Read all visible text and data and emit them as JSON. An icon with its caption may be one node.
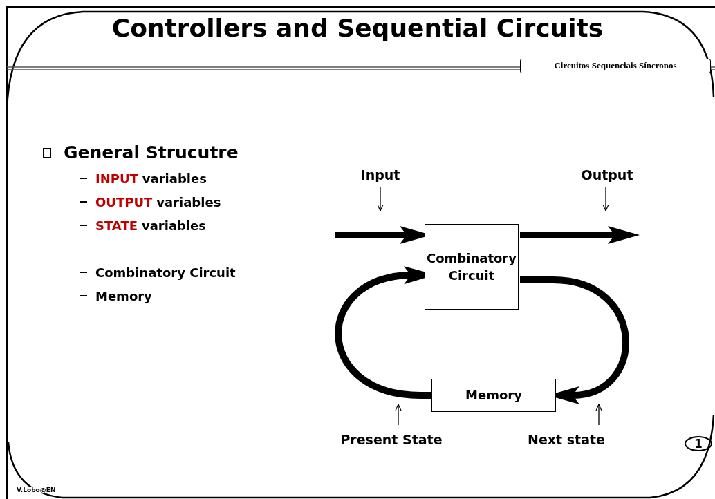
{
  "diagram": {
    "title": "Controllers and Sequential Circuits",
    "nodes": [
      {
        "text": [
          "Combinatory Circuit"
        ]
      },
      {
        "text": [
          "Memory"
        ]
      },
      {
        "text": [
          "Input"
        ]
      },
      {
        "text": [
          "Output"
        ]
      },
      {
        "text": [
          "Present State"
        ]
      },
      {
        "text": [
          "Next state"
        ]
      }
    ],
    "edges": [
      {
        "from": null,
        "to": 0,
        "arrow": "to",
        "style": "thick"
      },
      {
        "from": 0,
        "to": null,
        "arrow": "to",
        "style": "thick"
      },
      {
        "from": 0,
        "to": 1,
        "arrow": "to",
        "style": "thick"
      },
      {
        "from": 1,
        "to": 0,
        "arrow": "to",
        "style": "thick"
      },
      {
        "from": 2,
        "to": null,
        "arrow": "to"
      },
      {
        "from": 3,
        "to": null,
        "arrow": "to"
      },
      {
        "from": 4,
        "to": null,
        "arrow": "to"
      },
      {
        "from": 5,
        "to": null,
        "arrow": "to"
      }
    ],
    "labels": [
      "Circuitos Sequenciais Síncronos",
      "General Strucutre",
      "INPUT",
      "variables",
      "OUTPUT",
      "variables",
      "STATE",
      "variables",
      "Combinatory Circuit",
      "Memory",
      "1",
      "V.Lobo@EN"
    ]
  }
}
